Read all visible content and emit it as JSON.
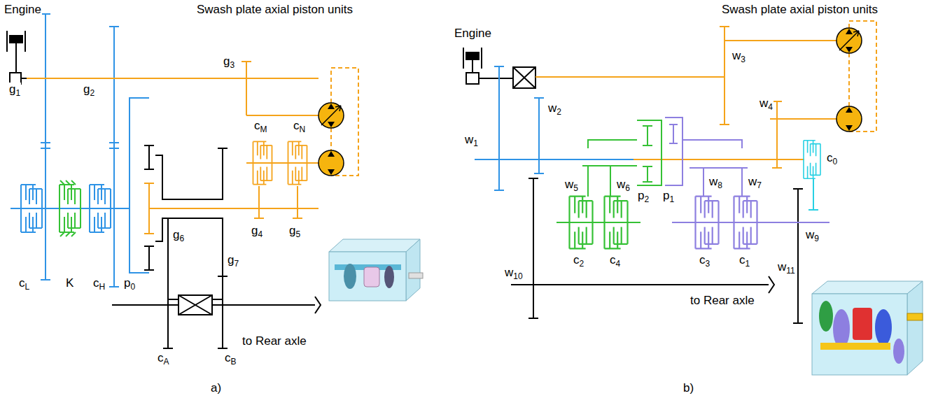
{
  "diagram": {
    "labels": [
      "Engine",
      "Swash plate axial piston units",
      "g3",
      "g1",
      "g2",
      "cM",
      "cN",
      "g4",
      "g5",
      "p0",
      "g6",
      "g7",
      "cL",
      "K",
      "cH",
      "cA",
      "cB",
      "to Rear axle",
      "a)",
      "Engine",
      "Swash plate axial piston units",
      "w3",
      "w1",
      "w2",
      "w4",
      "w5",
      "w6",
      "p2",
      "p1",
      "w8",
      "w7",
      "c0",
      "w9",
      "c2",
      "c4",
      "c3",
      "c1",
      "w10",
      "w11",
      "to Rear axle",
      "b)"
    ]
  }
}
